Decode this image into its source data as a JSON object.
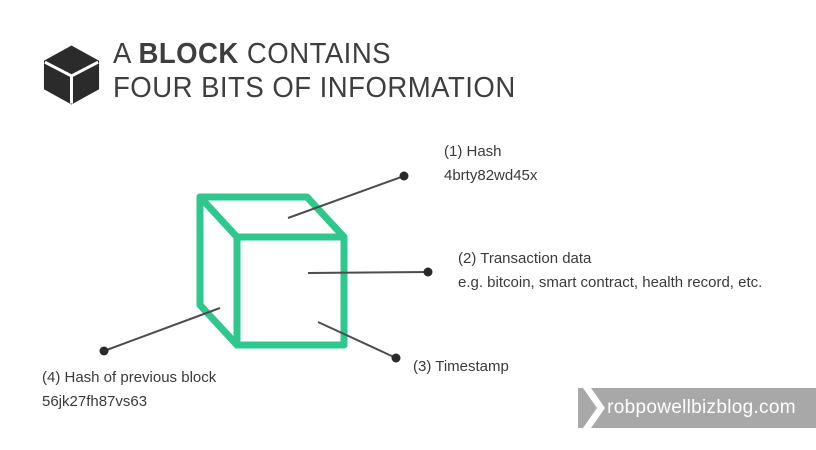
{
  "header": {
    "icon": "black-3d-cube",
    "title_line1_prefix": "A ",
    "title_line1_bold": "BLOCK",
    "title_line1_suffix": " CONTAINS",
    "title_line2": "FOUR BITS OF INFORMATION"
  },
  "diagram": {
    "subject": "green-wireframe-cube",
    "labels": [
      {
        "title": "(1) Hash",
        "subtitle": "4brty82wd45x"
      },
      {
        "title": "(2) Transaction data",
        "subtitle": "e.g. bitcoin, smart contract, health record, etc."
      },
      {
        "title": "(3) Timestamp",
        "subtitle": ""
      },
      {
        "title": "(4) Hash of previous block",
        "subtitle": "56jk27fh87vs63"
      }
    ]
  },
  "watermark": {
    "text": "robpowellbizblog.com"
  },
  "colors": {
    "accent_green": "#2ec78d",
    "title_text": "#3e3e3e",
    "label_text": "#3a3a3a",
    "line_gray": "#4d4d4d",
    "dot_dark": "#2a2a2a",
    "icon_dark": "#2b2b2b",
    "banner_bg": "#a8a8a8",
    "banner_text": "#ffffff"
  }
}
